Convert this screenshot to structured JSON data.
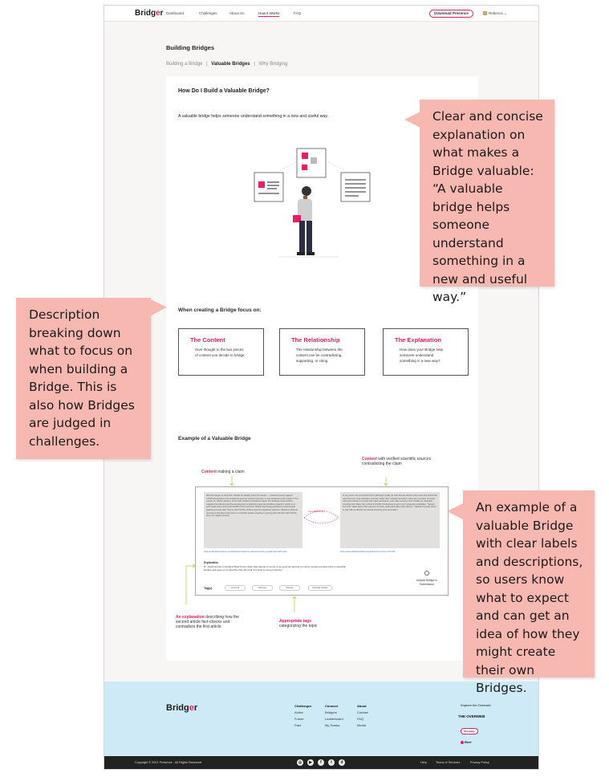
{
  "nav": {
    "logo_prefix": "Bridg",
    "logo_e": "e",
    "logo_suffix": "r",
    "links": [
      "Dashboard",
      "Challenges",
      "About Us",
      "How it Works",
      "FAQ"
    ],
    "download_button": "Download Presence",
    "user_name": "Rebecca",
    "user_chevron": "chevron-down-icon"
  },
  "page": {
    "title": "Building Bridges",
    "subnav": [
      "Building a Bridge",
      "|",
      "Valuable Bridges",
      "|",
      "Why Bridging"
    ]
  },
  "card": {
    "question": "How Do I Build a Valuable Bridge?",
    "description": "A valuable bridge helps someone understand something in a new and useful way.",
    "focus_title": "When creating a Bridge focus on:",
    "focus": [
      {
        "title": "The Content",
        "desc": "Give thought to the two pieces of content you decide to bridge."
      },
      {
        "title": "The Relationship",
        "desc": "The relationship between the content can be contradicting, supporting, or citing."
      },
      {
        "title": "The Explanation",
        "desc": "How does your Bridge help someone understand something in a new way?"
      }
    ],
    "example_title": "Example of a Valuable Bridge",
    "annotations": {
      "content1_bold": "Content",
      "content1_rest": " making a claim",
      "content2_bold": "Content",
      "content2_rest": " with verified scientific sources contradicting the claim",
      "explanation_bold": "An explanation",
      "explanation_rest": " describing how the second article fact-checks and contradicts the first article",
      "tags_bold": "Appropriate tags",
      "tags_rest": "categorizing the topic"
    },
    "example": {
      "article1": "We have begun to study this, though we already know the answer — natural immunity against COVID-19 appears to be at least as good as vaccine immunity. In one extensive recent study in The Lancet, Dr. Marlon Abelson of the Icahn School of Medicine noted: The findings of this authors suggest that infection and the development of antibody response provides protection similar to or even better than current and SARS-COV-2 vaccines. Rather than being pandemic toward people gaining immunity after they've had COVID, studies argue for significant optimism. Because what we do know is that there have been no scientific studies ongoing on proving that infection with COVID does not create immunity.",
      "article2": "In any event, we summarized here (although I really do wish that the doctors who wrote that article had used the term \"post-infection immunity\" rather than \"natural immunity\"), there are a number of issues with post-infection immunity that make vaccination, even after recovery from COVID-19, desirable, including that: More than a third of COVID-19 infections result in zero protective antibodies. \"Natural immunity\" fades faster than vaccine immunity, particularly after mild infection. \"Natural immunity alone\" is only half as effective as natural immunity plus vaccination.",
      "connector": "Contradicted By",
      "source1": "www.productsforscience.com/articles/coronavirus-natural-immunity-people-who-had-covid...",
      "source2": "www.sciencebasedmedicine.org/natural-immunity-covid-19/",
      "explanation_label": "Explanation",
      "explanation_text": "Dr. David Gorski contradicts Brad Pool's claim that natural immunity is as good as vaccine immunity. Gorski provides links to scientific studies and goes on to describe that this dual immunity is more protective.",
      "tags_label": "Tag(s)",
      "tags": [
        "Covid-19",
        "Vaccines",
        "Disease",
        "Scientific Studies"
      ],
      "include_label": "Include Bridge in Submission"
    }
  },
  "footer": {
    "logo_prefix": "Bridg",
    "logo_e": "e",
    "logo_suffix": "r",
    "columns": [
      {
        "heading": "Challenges",
        "items": [
          "Active",
          "Future",
          "Past"
        ]
      },
      {
        "heading": "Connect",
        "items": [
          "Bridgers",
          "Leaderboard",
          "My Teams"
        ]
      },
      {
        "heading": "About",
        "items": [
          "Contact",
          "FAQ",
          "Media"
        ]
      }
    ],
    "explore": "Explore the Overweb",
    "overweb_logo": "THE OVERWEB",
    "presence": "Presence",
    "reel": "Reel",
    "copyright": "Copyright © 2021 Presence - All Rights Reserved",
    "social": [
      "instagram-icon",
      "youtube-icon",
      "facebook-icon",
      "twitter-icon",
      "discord-icon"
    ],
    "bottom_links": [
      "Help",
      "Terms of Services",
      "Privacy Policy"
    ]
  },
  "callouts": {
    "top_right": "Clear and concise explanation on what makes a Bridge valuable: “A valuable bridge helps someone understand something in a new and useful way.”",
    "left": "Description breaking down what to focus on when building a Bridge. This is also how Bridges are judged in challenges.",
    "bottom_right": "An example of a valuable Bridge with clear labels and descriptions, so users know what to expect and can get an idea of how they might create their own Bridges."
  },
  "colors": {
    "accent": "#e91e63",
    "callout": "#f8b8b2",
    "footer": "#cdeaf6",
    "bottom_bar": "#222222"
  }
}
